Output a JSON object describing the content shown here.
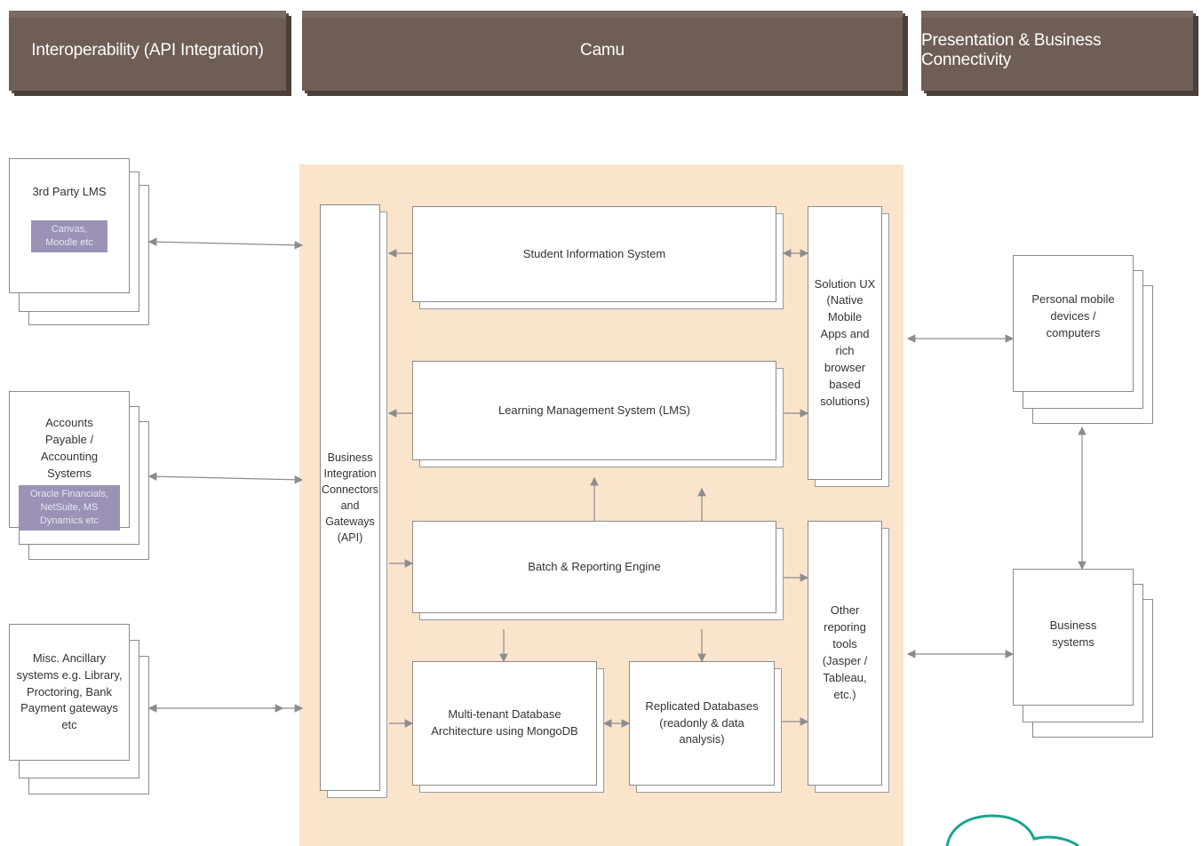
{
  "headers": {
    "left": "Interoperability (API Integration)",
    "center": "Camu",
    "right": "Presentation & Business Connectivity"
  },
  "left_systems": [
    {
      "title": "3rd Party LMS",
      "tag": "Canvas, Moodle etc"
    },
    {
      "title": "Accounts Payable / Accounting Systems",
      "tag": "Oracle Financials, NetSuite, MS Dynamics etc"
    },
    {
      "title": "Misc. Ancillary systems e.g. Library, Proctoring, Bank Payment gateways etc",
      "tag": ""
    }
  ],
  "camu": {
    "gateway": "Business Integration Connectors and Gateways (API)",
    "sis": "Student Information System",
    "lms": "Learning Management System (LMS)",
    "batch": "Batch & Reporting Engine",
    "multitenant": "Multi-tenant Database Architecture using MongoDB",
    "replicated": "Replicated Databases (readonly & data analysis)",
    "solution_ux": "Solution UX (Native Mobile Apps and rich browser based solutions)",
    "other_tools": "Other reporing tools (Jasper / Tableau, etc.)"
  },
  "right_systems": [
    {
      "title": "Personal mobile devices / computers"
    },
    {
      "title": "Business systems"
    }
  ],
  "colors": {
    "header": "#6e5e55",
    "camu_bg": "#fae4cc",
    "tag": "#9b92b6",
    "arrow": "#8c8c8c",
    "logo": "#1aa58c"
  }
}
